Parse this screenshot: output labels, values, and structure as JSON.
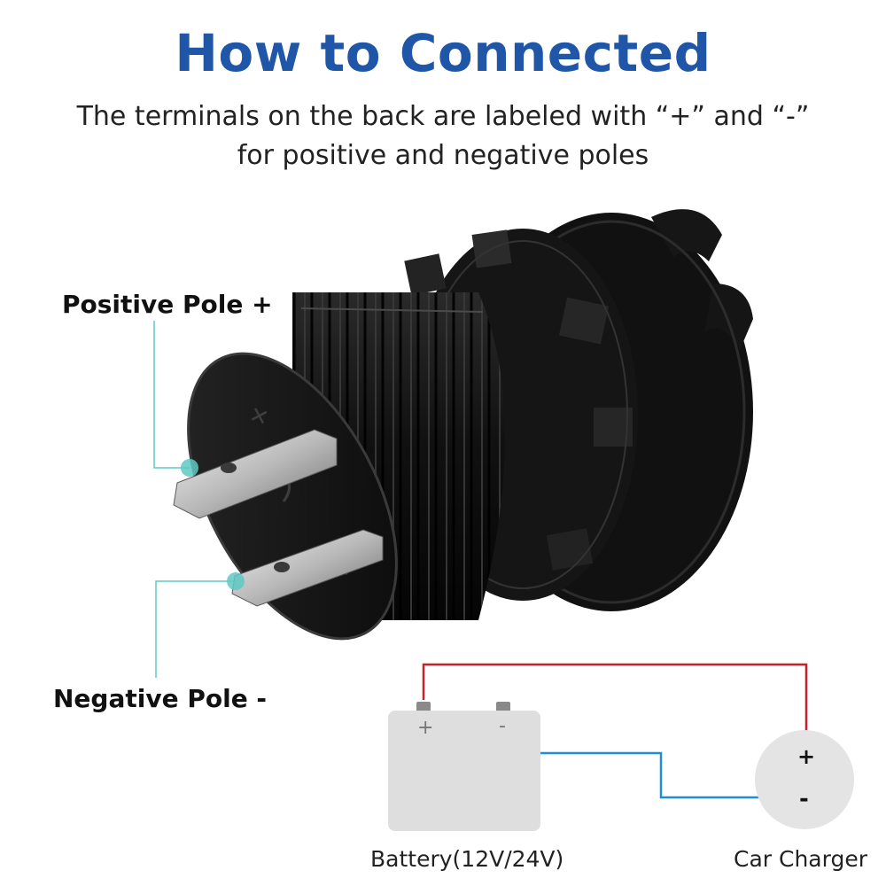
{
  "header": {
    "title": "How to Connected",
    "subtitle_line1": "The terminals on the back are labeled with “+” and “-”",
    "subtitle_line2": "for positive and negative poles"
  },
  "labels": {
    "positive": "Positive Pole +",
    "negative": "Negative Pole -"
  },
  "socket": {
    "plus_mark": "+",
    "minus_mark": "−"
  },
  "wiring": {
    "battery_plus": "+",
    "battery_minus": "-",
    "battery_caption": "Battery(12V/24V)",
    "charger_plus": "+",
    "charger_minus": "-",
    "charger_caption": "Car Charger"
  },
  "colors": {
    "title": "#1f56a7",
    "positive_wire": "#c8202f",
    "negative_wire": "#1c8fd6",
    "callout": "#5ec9c4"
  }
}
